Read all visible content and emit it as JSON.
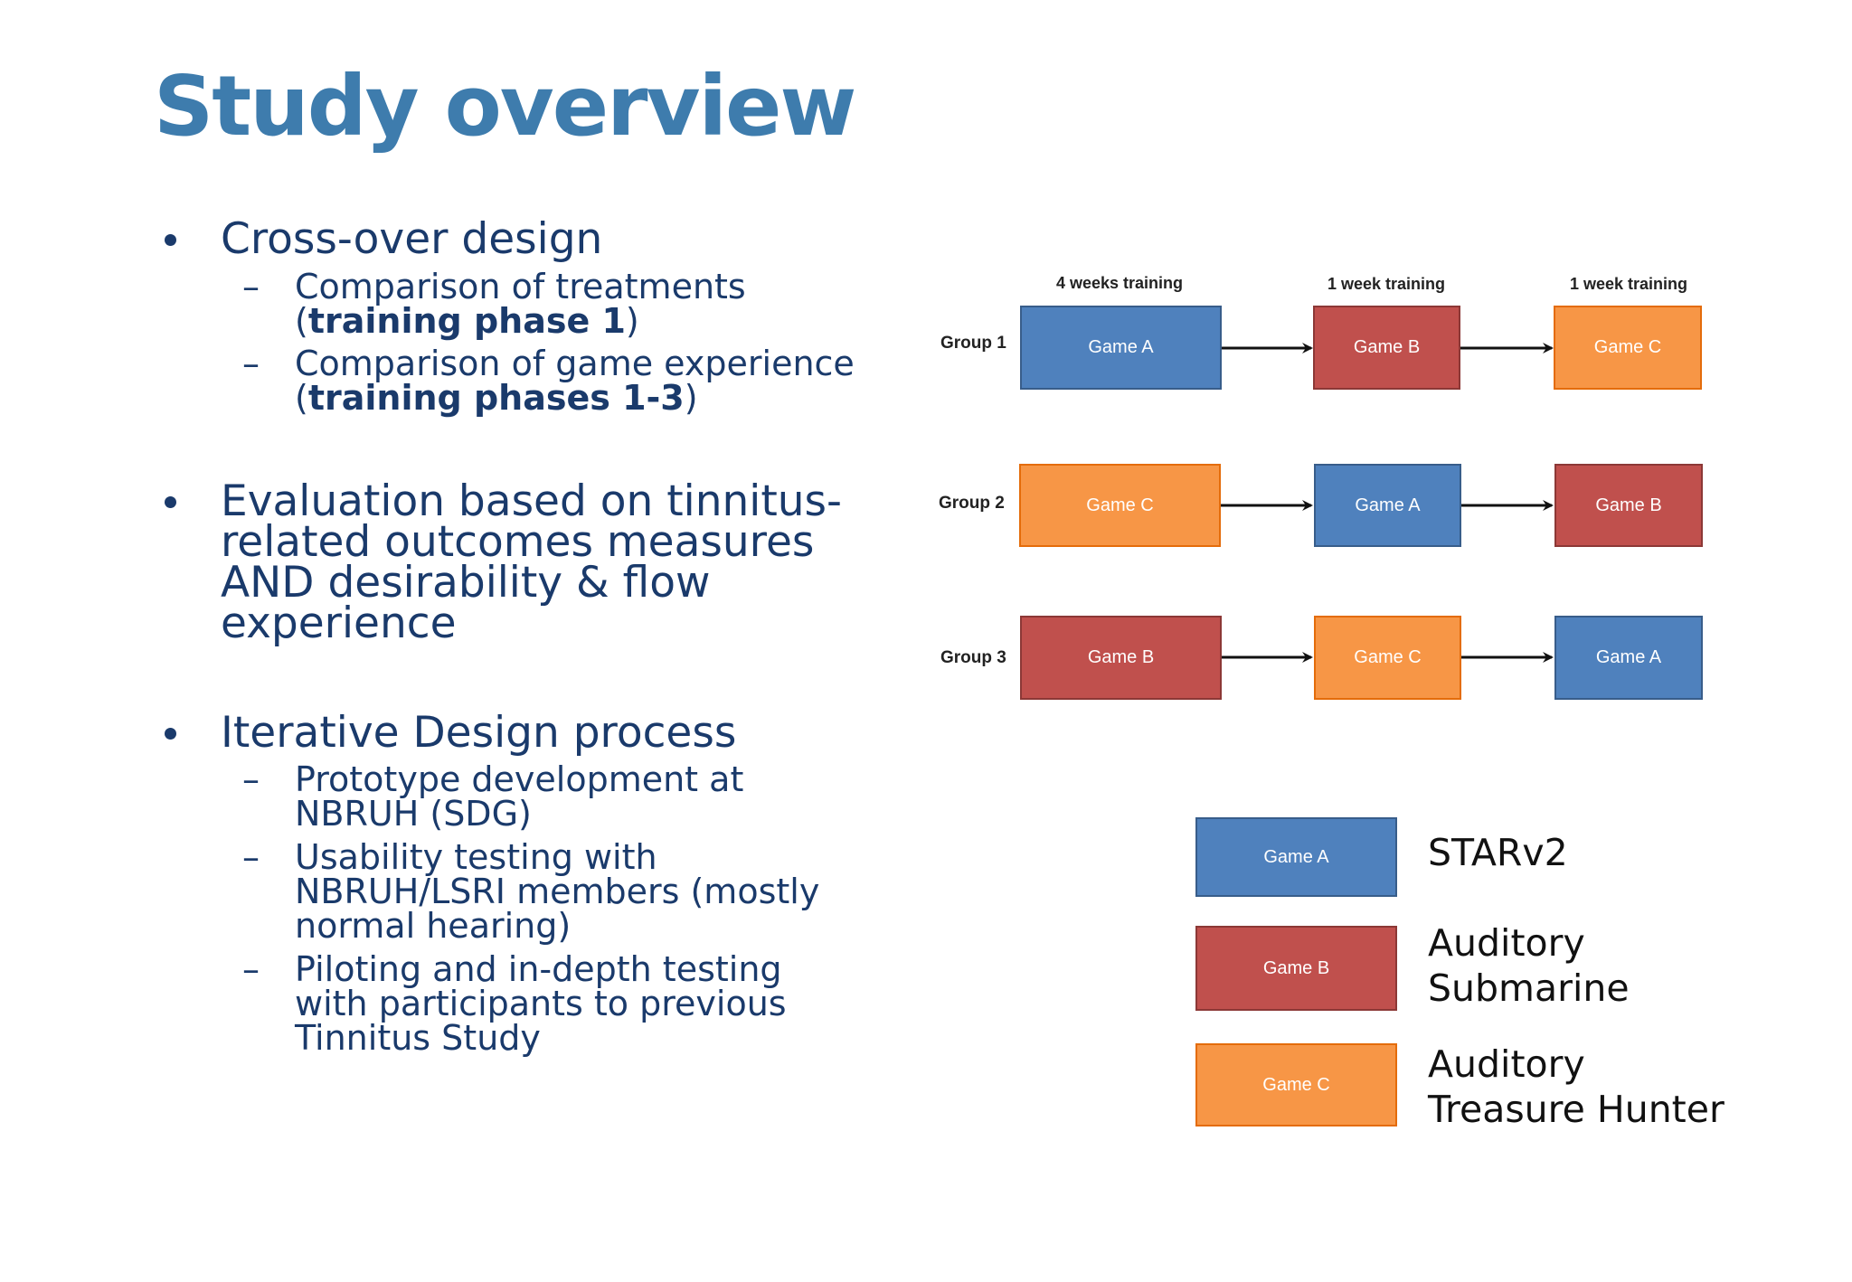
{
  "title": "Study overview",
  "bullets": [
    {
      "lines": [
        "Cross-over design"
      ],
      "subs": [
        {
          "lines": [
            {
              "t": "Comparison of treatments"
            },
            {
              "pre": "(",
              "bold": "training phase 1",
              "post": ")"
            }
          ]
        },
        {
          "lines": [
            {
              "t": "Comparison of game experience"
            },
            {
              "pre": "(",
              "bold": "training phases 1-3",
              "post": ")"
            }
          ]
        }
      ]
    },
    {
      "lines": [
        "Evaluation based on tinnitus-",
        "related outcomes measures",
        "AND desirability & flow",
        "experience"
      ],
      "subs": []
    },
    {
      "lines": [
        "Iterative Design process"
      ],
      "subs": [
        {
          "lines": [
            {
              "t": "Prototype development at"
            },
            {
              "t": "NBRUH (SDG)"
            }
          ]
        },
        {
          "lines": [
            {
              "t": "Usability testing with"
            },
            {
              "t": "NBRUH/LSRI members (mostly"
            },
            {
              "t": "normal hearing)"
            }
          ]
        },
        {
          "lines": [
            {
              "t": "Piloting and in-depth testing"
            },
            {
              "t": "with participants to previous"
            },
            {
              "t": "Tinnitus Study"
            }
          ]
        }
      ]
    }
  ],
  "diagram": {
    "phases": [
      "4 weeks training",
      "1 week training",
      "1 week training"
    ],
    "groups": [
      {
        "label": "Group 1",
        "games": [
          "Game A",
          "Game B",
          "Game C"
        ]
      },
      {
        "label": "Group 2",
        "games": [
          "Game C",
          "Game A",
          "Game B"
        ]
      },
      {
        "label": "Group 3",
        "games": [
          "Game B",
          "Game C",
          "Game A"
        ]
      }
    ],
    "colors": {
      "Game A": "#4f81bd",
      "Game B": "#c0504d",
      "Game C": "#f79646"
    }
  },
  "legend": [
    {
      "game": "Game A",
      "lines": [
        "STARv2"
      ]
    },
    {
      "game": "Game B",
      "lines": [
        "Auditory",
        "Submarine"
      ]
    },
    {
      "game": "Game C",
      "lines": [
        "Auditory",
        "Treasure Hunter"
      ]
    }
  ]
}
